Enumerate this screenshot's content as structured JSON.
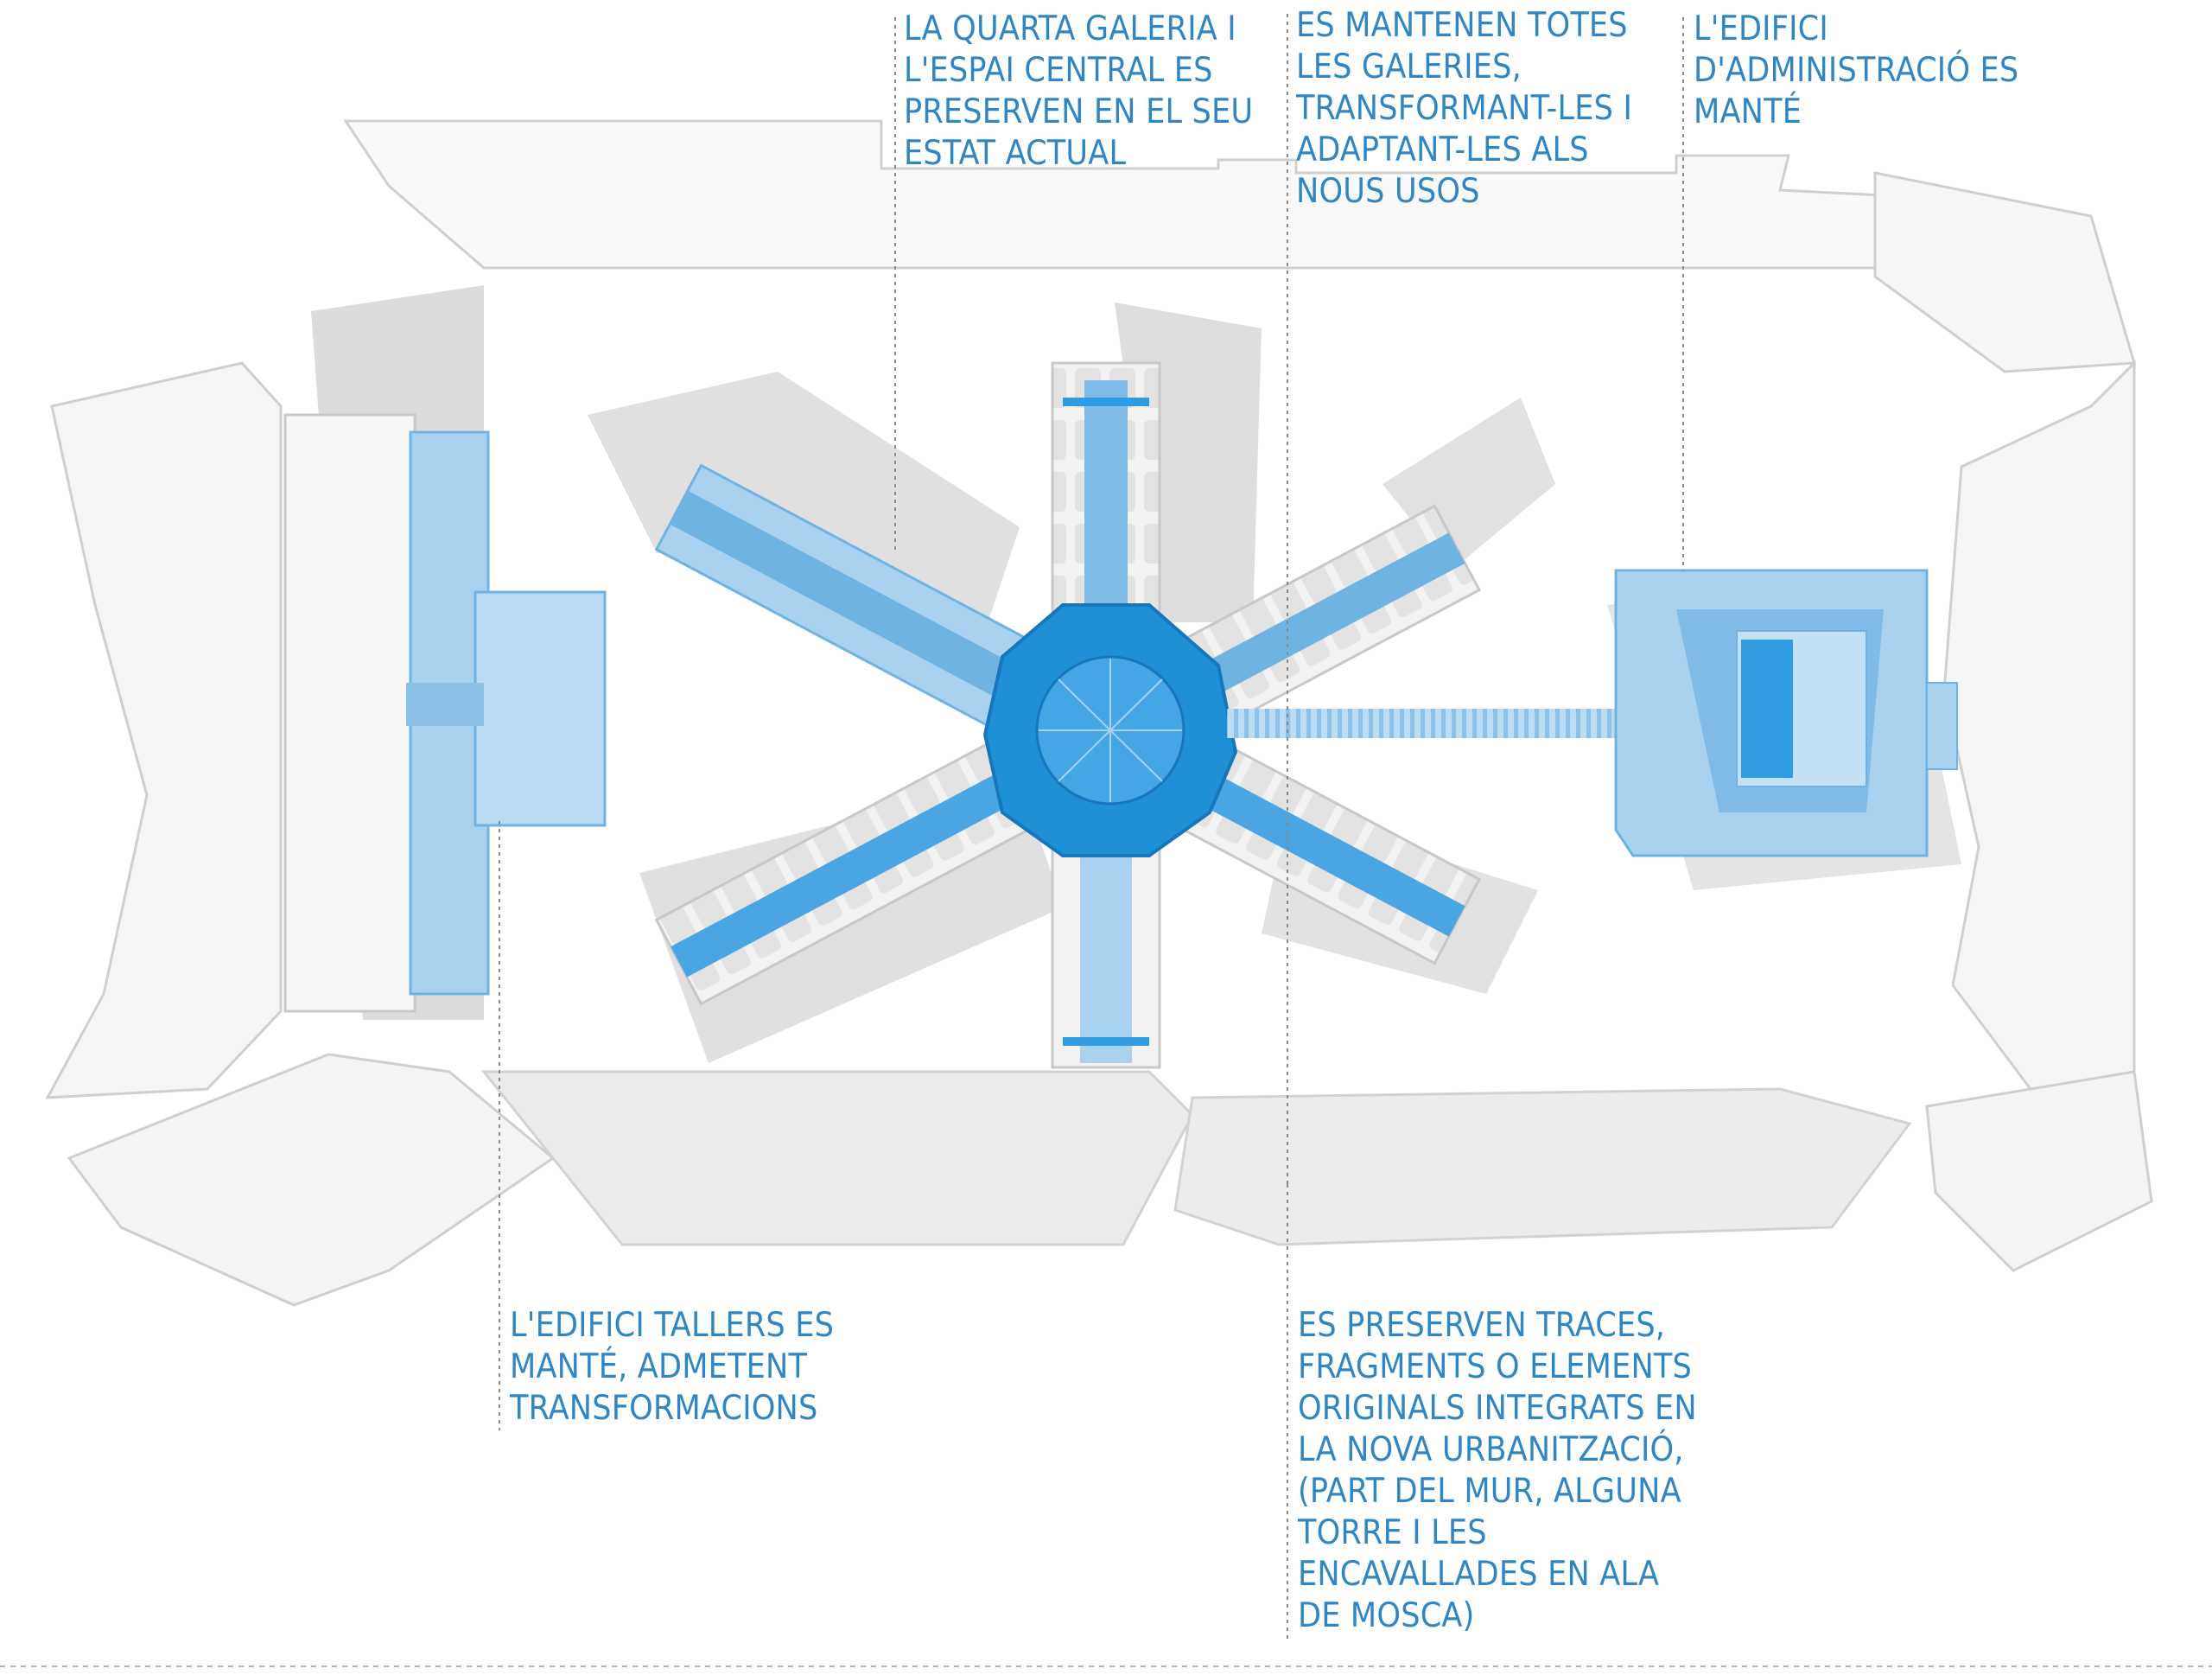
{
  "colors": {
    "accent_blue": "#2f86c5",
    "light_blue": "#a9d1f0",
    "mid_blue": "#6fb3e3",
    "deep_blue": "#1f8fd6",
    "shadow_grey": "#d6d6d6",
    "building_white": "#f7f7f7",
    "outline_grey": "#c4c4c4"
  },
  "annotations": {
    "quarta_galeria": {
      "lines": [
        "LA QUARTA GALERIA I",
        "L'ESPAI CENTRAL ES",
        "PRESERVEN EN EL SEU",
        "ESTAT ACTUAL"
      ]
    },
    "galeries": {
      "lines": [
        "ES MANTENEN TOTES",
        "LES GALERIES,",
        "TRANSFORMANT-LES I",
        "ADAPTANT-LES ALS",
        "NOUS USOS"
      ]
    },
    "administracio": {
      "lines": [
        "L'EDIFICI",
        "D'ADMINISTRACIÓ ES",
        "MANTÉ"
      ]
    },
    "tallers": {
      "lines": [
        "L'EDIFICI TALLERS ES",
        "MANTÉ, ADMETENT",
        "TRANSFORMACIONS"
      ]
    },
    "traces": {
      "lines": [
        "ES PRESERVEN TRACES,",
        "FRAGMENTS O ELEMENTS",
        "ORIGINALS INTEGRATS EN",
        "LA NOVA URBANITZACIÓ,",
        "(PART DEL MUR, ALGUNA",
        "TORRE I LES",
        "ENCAVALLADES EN ALA",
        "DE MOSCA)"
      ]
    }
  }
}
